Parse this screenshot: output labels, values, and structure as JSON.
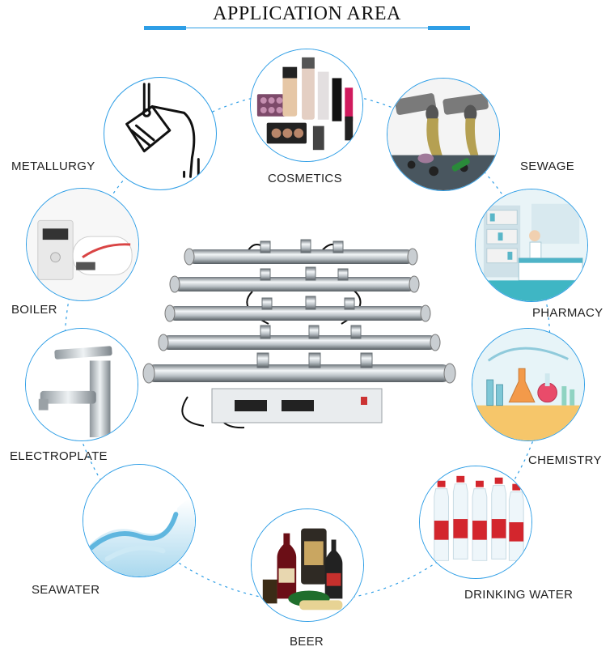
{
  "title": "APPLICATION AREA",
  "colors": {
    "accent": "#2e9ee6",
    "text": "#222222"
  },
  "areas": [
    {
      "label": "METALLURGY",
      "icon": "molten-ladle-icon"
    },
    {
      "label": "COSMETICS",
      "icon": "cosmetics-photo"
    },
    {
      "label": "SEWAGE",
      "icon": "sewage-pipes-photo"
    },
    {
      "label": "BOILER",
      "icon": "water-heater-photo"
    },
    {
      "label": "PHARMACY",
      "icon": "pharmacy-illustration"
    },
    {
      "label": "ELECTROPLATE",
      "icon": "faucet-photo"
    },
    {
      "label": "CHEMISTRY",
      "icon": "lab-flasks-illustration"
    },
    {
      "label": "SEAWATER",
      "icon": "wave-photo"
    },
    {
      "label": "DRINKING WATER",
      "icon": "water-bottles-photo"
    },
    {
      "label": "BEER",
      "icon": "beverages-photo"
    }
  ],
  "product": {
    "icon": "uv-sterilizer-stack-photo"
  }
}
